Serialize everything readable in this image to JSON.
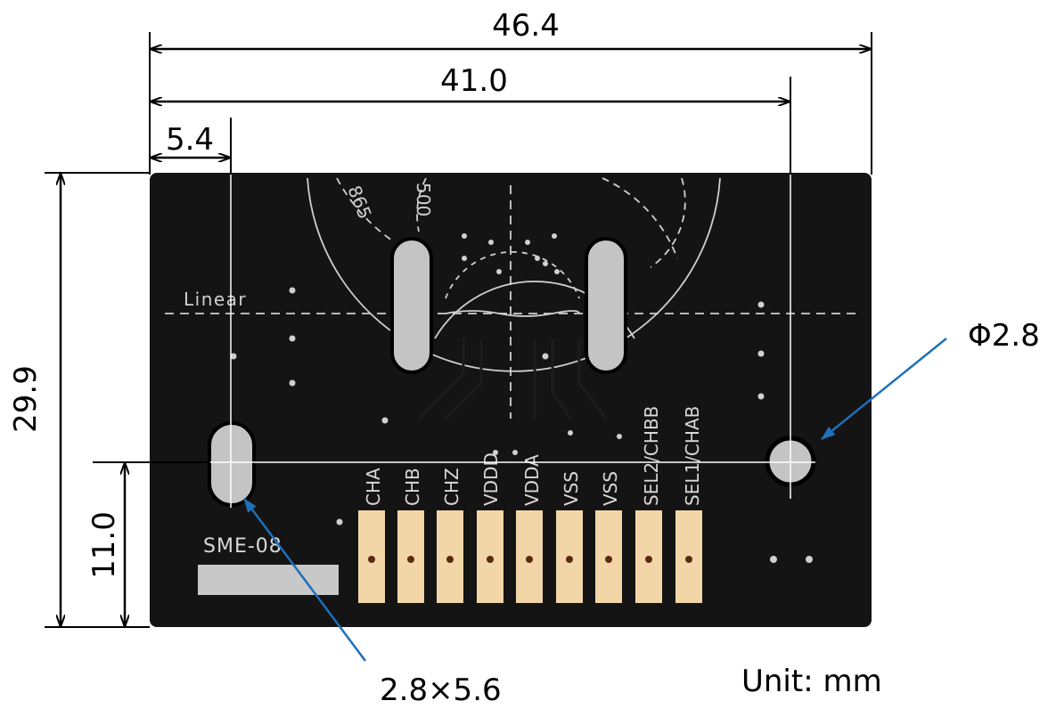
{
  "dimensions": {
    "overall_width": "46.4",
    "hole_spacing": "41.0",
    "slot_offset": "5.4",
    "height": "29.9",
    "slot_height": "11.0"
  },
  "callouts": {
    "round_hole": "Φ2.8",
    "slot": "2.8×5.6"
  },
  "unit": "Unit: mm",
  "board": {
    "label": "SME-08",
    "scale_linear": "Linear",
    "scale_865": "865",
    "scale_500": "500",
    "pins": [
      "CHA",
      "CHB",
      "CHZ",
      "VDDD",
      "VDDA",
      "VSS",
      "VSS",
      "SEL2/CHBB",
      "SEL1/CHAB"
    ]
  },
  "colors": {
    "board": "#141414",
    "silkscreen": "#d8d8d8",
    "pad": "#f2d6a8",
    "hole": "#c4c4c4",
    "callout_arrow": "#1f6fb8",
    "dimension_line": "#000000"
  }
}
